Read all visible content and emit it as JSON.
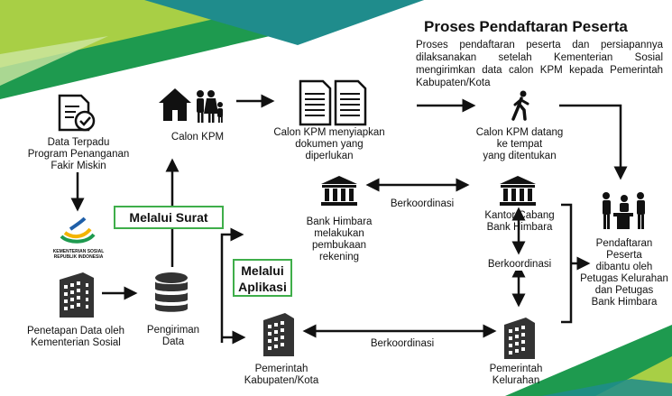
{
  "title": "Proses Pendaftaran Peserta",
  "intro": "Proses pendaftaran peserta dan persiapannya dilaksanakan setelah Kementerian Sosial mengirimkan data calon KPM kepada Pemerintah Kabupaten/Kota",
  "colors": {
    "green_dark": "#1e9a4f",
    "green_light": "#a8cf45",
    "teal": "#1f8c8c",
    "badge_border": "#3fae4a"
  },
  "nodes": {
    "dtks": "Data Terpadu\nProgram Penanganan\nFakir Miskin",
    "calon_kpm": "Calon KPM",
    "dokumen": "Calon KPM menyiapkan\ndokumen yang\ndiperlukan",
    "datang": "Calon KPM datang\nke tempat\nyang ditentukan",
    "bank_himbara": "Bank Himbara\nmelakukan\npembukaan\nrekening",
    "kantor_cabang": "Kantor Cabang\nBank Himbara",
    "pendaftaran": "Pendaftaran\nPeserta\ndibantu oleh\nPetugas Kelurahan\ndan Petugas\nBank Himbara",
    "penetapan": "Penetapan Data oleh\nKementerian Sosial",
    "pengiriman": "Pengiriman\nData",
    "pemkab": "Pemerintah\nKabupaten/Kota",
    "kelurahan": "Pemerintah\nKelurahan"
  },
  "logo": {
    "line1": "KEMENTERIAN SOSIAL",
    "line2": "REPUBLIK INDONESIA"
  },
  "badges": {
    "surat": "Melalui Surat",
    "aplikasi": "Melalui\nAplikasi"
  },
  "edges": {
    "koord_1": "Berkoordinasi",
    "koord_2": "Berkoordinasi",
    "koord_3": "Berkoordinasi"
  },
  "icons": {
    "dtks": "document-check-icon",
    "calon_kpm": "house-family-icon",
    "dokumen": "documents-icon",
    "datang": "walking-person-icon",
    "bank": "bank-building-icon",
    "pendaftaran": "registration-desk-icon",
    "penetapan": "office-building-icon",
    "pengiriman": "database-icon",
    "kelurahan": "office-building-icon"
  }
}
